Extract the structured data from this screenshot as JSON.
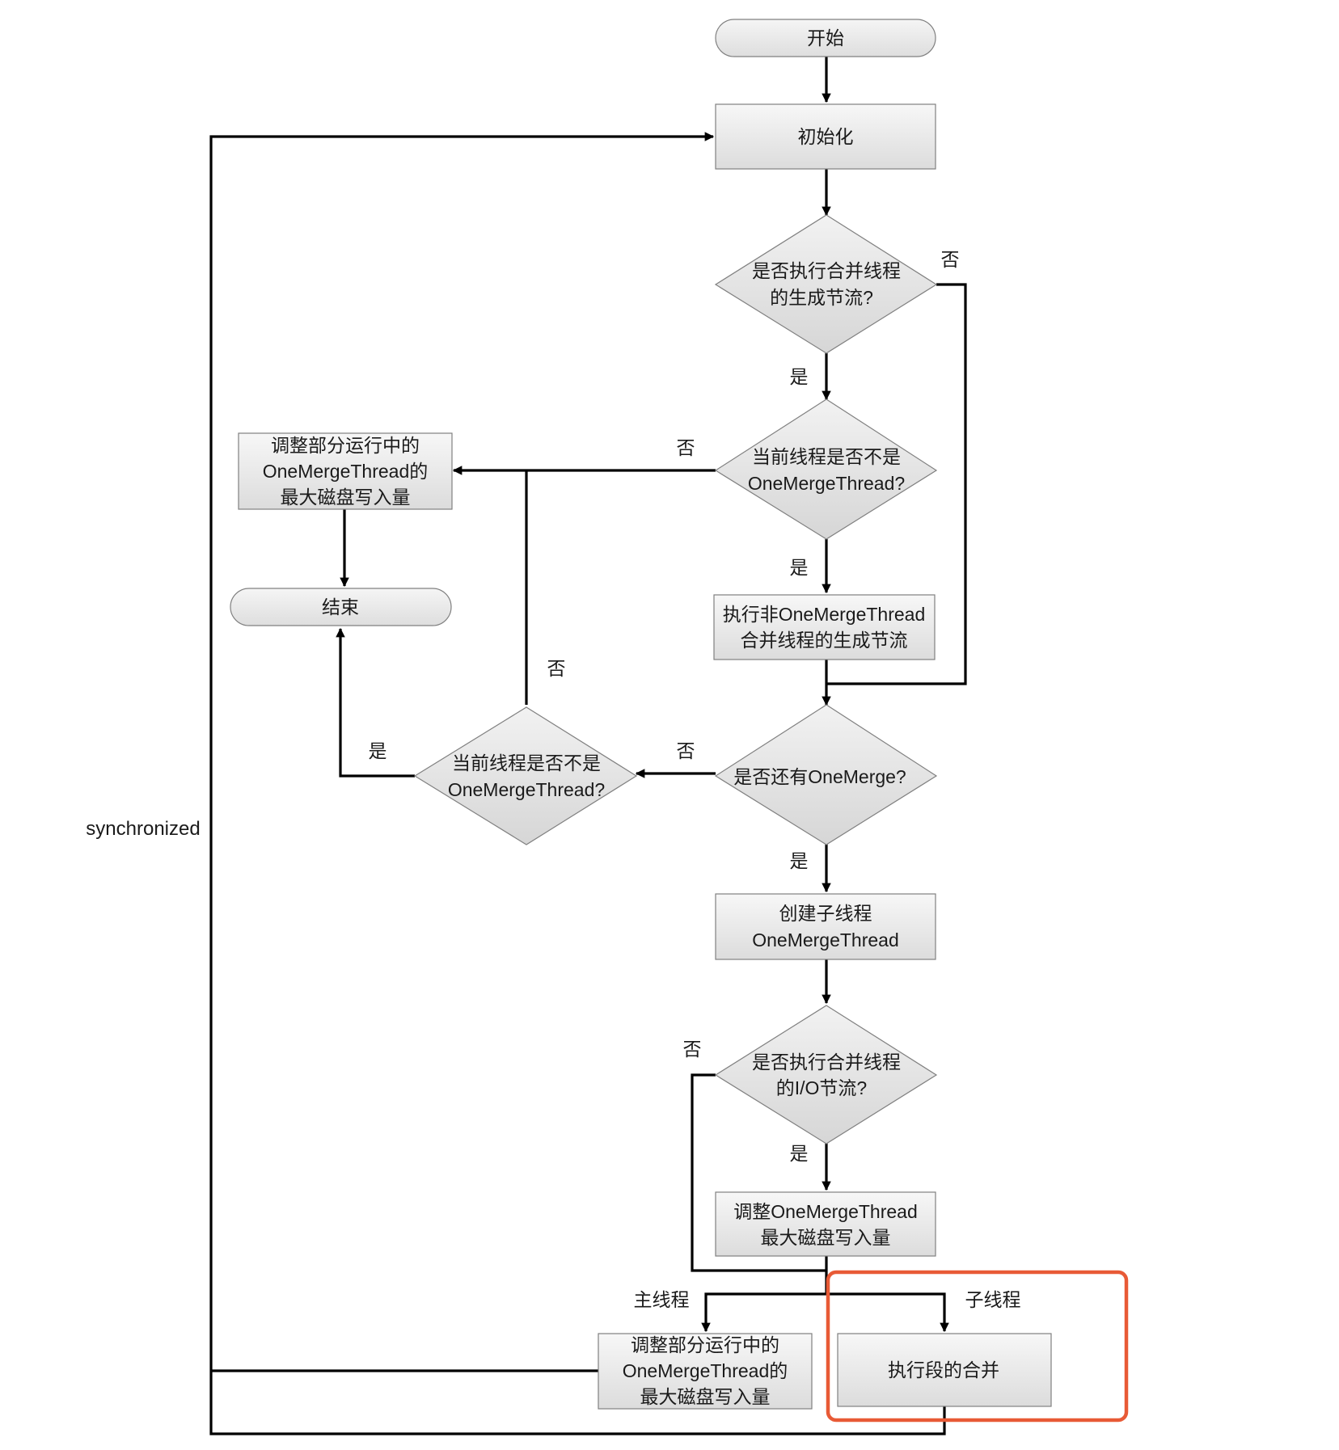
{
  "nodes": {
    "start": {
      "shape": "terminal",
      "lines": [
        "开始"
      ]
    },
    "init": {
      "shape": "process",
      "lines": [
        "初始化"
      ]
    },
    "d_throttle": {
      "shape": "decision",
      "lines": [
        "是否执行合并线程",
        "的生成节流?"
      ]
    },
    "d_not_omt_1": {
      "shape": "decision",
      "lines": [
        "当前线程是否不是",
        "OneMergeThread?"
      ]
    },
    "p_throttle_gen": {
      "shape": "process",
      "lines": [
        "执行非OneMergeThread",
        "合并线程的生成节流"
      ]
    },
    "p_adjust_running": {
      "shape": "process",
      "lines": [
        "调整部分运行中的",
        "OneMergeThread的",
        "最大磁盘写入量"
      ]
    },
    "end": {
      "shape": "terminal",
      "lines": [
        "结束"
      ]
    },
    "d_has_merge": {
      "shape": "decision",
      "lines": [
        "是否还有OneMerge?"
      ]
    },
    "d_not_omt_2": {
      "shape": "decision",
      "lines": [
        "当前线程是否不是",
        "OneMergeThread?"
      ]
    },
    "p_create_thread": {
      "shape": "process",
      "lines": [
        "创建子线程",
        "OneMergeThread"
      ]
    },
    "d_io_throttle": {
      "shape": "decision",
      "lines": [
        "是否执行合并线程",
        "的I/O节流?"
      ]
    },
    "p_adjust_omt": {
      "shape": "process",
      "lines": [
        "调整OneMergeThread",
        "最大磁盘写入量"
      ]
    },
    "p_adjust_running_2": {
      "shape": "process",
      "lines": [
        "调整部分运行中的",
        "OneMergeThread的",
        "最大磁盘写入量"
      ]
    },
    "p_do_merge": {
      "shape": "process",
      "lines": [
        "执行段的合并"
      ]
    }
  },
  "edge_labels": {
    "throttle_no": "否",
    "throttle_yes": "是",
    "not_omt_1_no": "否",
    "not_omt_1_yes": "是",
    "has_merge_no": "否",
    "has_merge_yes": "是",
    "not_omt_2_no": "否",
    "not_omt_2_yes": "是",
    "io_no": "否",
    "io_yes": "是",
    "main_thread": "主线程",
    "child_thread": "子线程"
  },
  "side_label": "synchronized",
  "colors": {
    "fill_light": "#f7f7f7",
    "fill_dark": "#d9d9d9",
    "border": "#808080",
    "edge": "#000000",
    "highlight": "#e85a36"
  }
}
